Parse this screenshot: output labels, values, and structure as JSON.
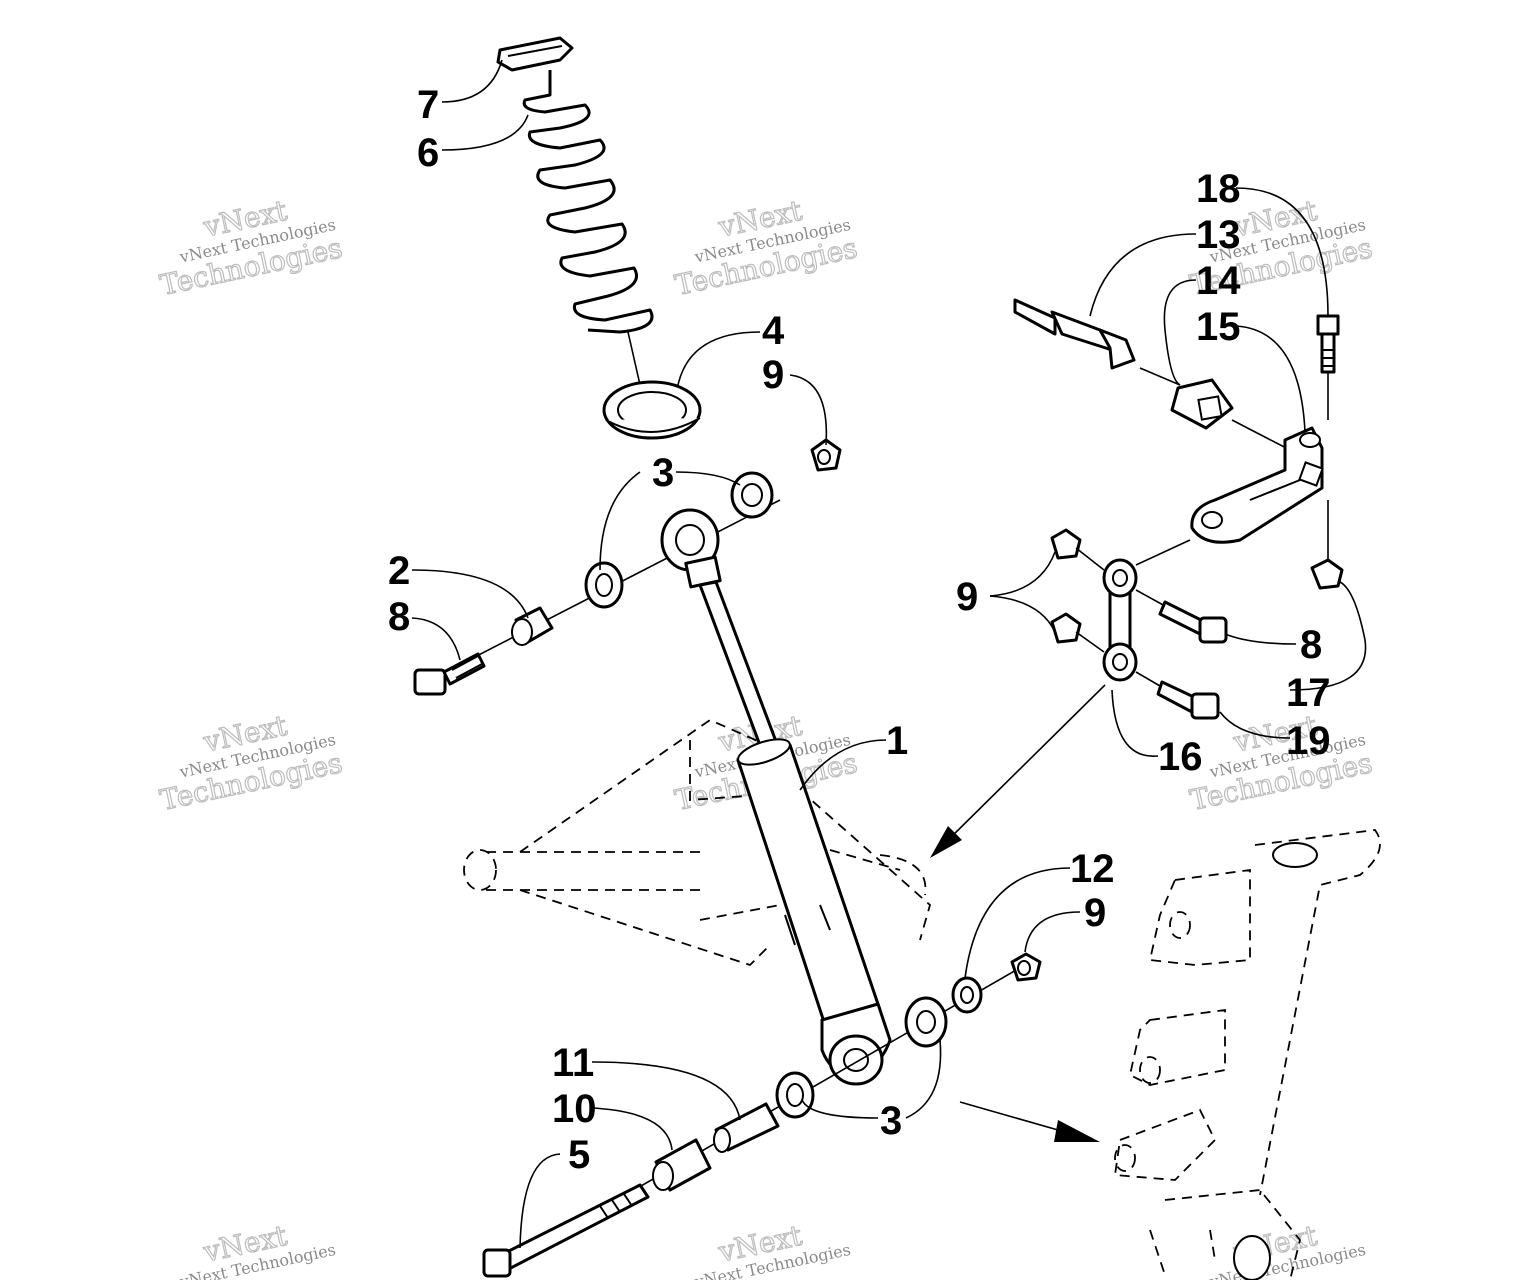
{
  "watermark": {
    "line1": "vNext",
    "line2": "vNext Technologies",
    "line3": "Technologies"
  },
  "callouts": [
    {
      "id": "c7",
      "text": "7"
    },
    {
      "id": "c6",
      "text": "6"
    },
    {
      "id": "c4",
      "text": "4"
    },
    {
      "id": "c9a",
      "text": "9"
    },
    {
      "id": "c3a",
      "text": "3"
    },
    {
      "id": "c2",
      "text": "2"
    },
    {
      "id": "c8a",
      "text": "8"
    },
    {
      "id": "c1",
      "text": "1"
    },
    {
      "id": "c18",
      "text": "18"
    },
    {
      "id": "c13",
      "text": "13"
    },
    {
      "id": "c14",
      "text": "14"
    },
    {
      "id": "c15",
      "text": "15"
    },
    {
      "id": "c9b",
      "text": "9"
    },
    {
      "id": "c8b",
      "text": "8"
    },
    {
      "id": "c17",
      "text": "17"
    },
    {
      "id": "c19",
      "text": "19"
    },
    {
      "id": "c16",
      "text": "16"
    },
    {
      "id": "c12",
      "text": "12"
    },
    {
      "id": "c9c",
      "text": "9"
    },
    {
      "id": "c11",
      "text": "11"
    },
    {
      "id": "c10",
      "text": "10"
    },
    {
      "id": "c5",
      "text": "5"
    },
    {
      "id": "c3b",
      "text": "3"
    }
  ]
}
